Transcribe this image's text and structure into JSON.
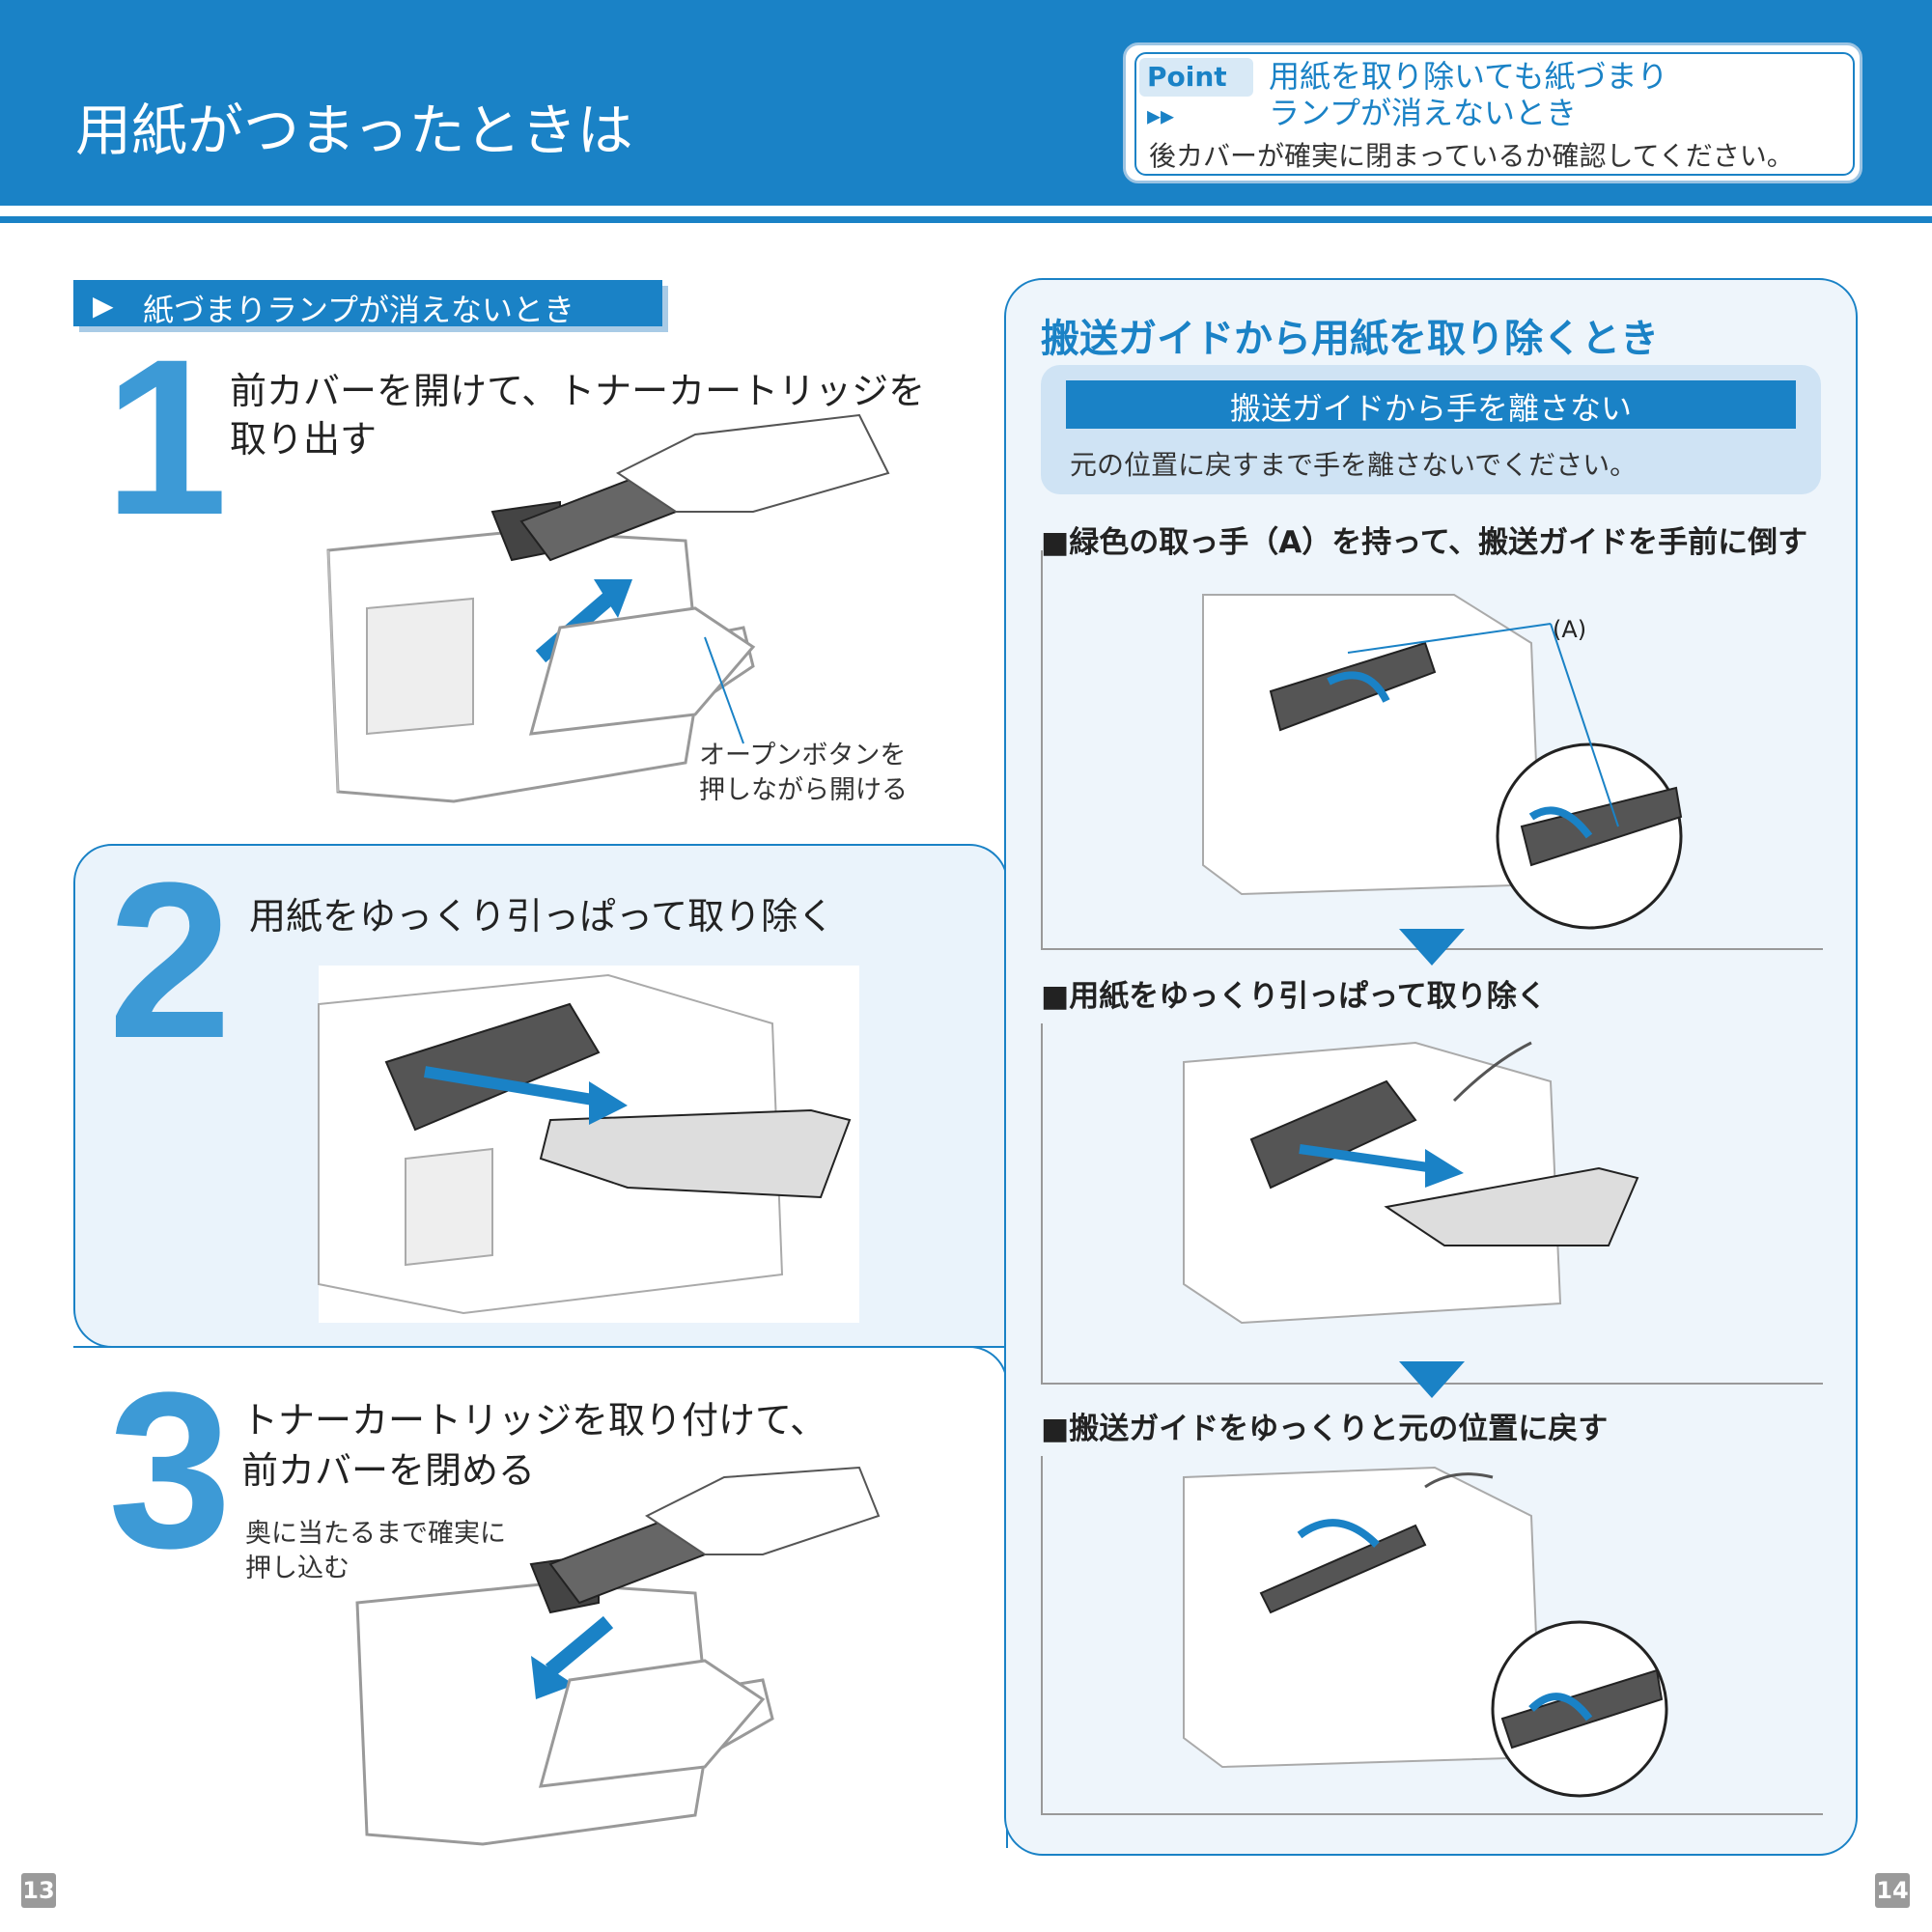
{
  "header": {
    "title": "用紙がつまったときは",
    "point_badge": "Point ▸▸",
    "point_title_line1": "用紙を取り除いても紙づまり",
    "point_title_line2": "ランプが消えないとき",
    "point_body": "後カバーが確実に閉まっているか確認してください。"
  },
  "left": {
    "section_label": "紙づまりランプが消えないとき",
    "steps": [
      {
        "number": "1",
        "line1": "前カバーを開けて、トナーカートリッジを",
        "line2": "取り出す",
        "note1": "オープンボタンを",
        "note2": "押しながら開ける"
      },
      {
        "number": "2",
        "line1": "用紙をゆっくり引っぱって取り除く"
      },
      {
        "number": "3",
        "line1": "トナーカートリッジを取り付けて、",
        "line2": "前カバーを閉める",
        "note1": "奥に当たるまで確実に",
        "note2": "押し込む"
      }
    ]
  },
  "right": {
    "title": "搬送ガイドから用紙を取り除くとき",
    "warning_title": "搬送ガイドから手を離さない",
    "warning_body": "元の位置に戻すまで手を離さないでください。",
    "substeps": [
      "■緑色の取っ手（A）を持って、搬送ガイドを手前に倒す",
      "■用紙をゆっくり引っぱって取り除く",
      "■搬送ガイドをゆっくりと元の位置に戻す"
    ],
    "label_a": "(A)"
  },
  "page_numbers": {
    "left": "13",
    "right": "14"
  },
  "colors": {
    "accent": "#1a82c6",
    "panel_bg": "#eaf3fb",
    "step_number": "#3d9ad6"
  }
}
